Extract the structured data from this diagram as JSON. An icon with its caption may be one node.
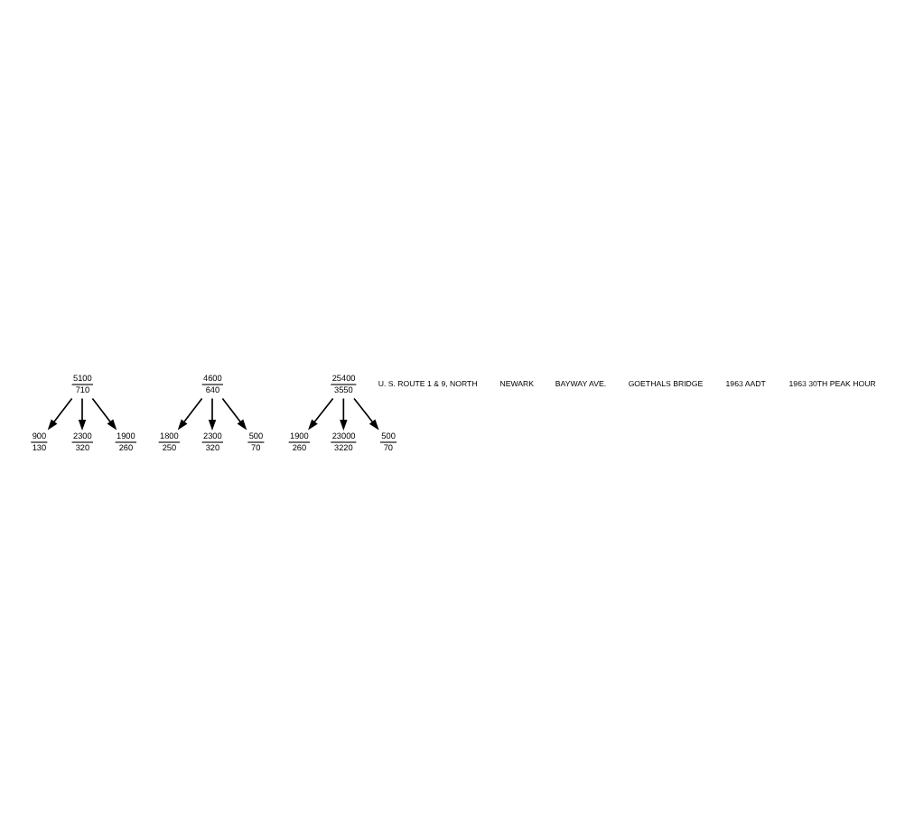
{
  "diagram": {
    "nodes": [
      {
        "text": [
          "5100",
          "710"
        ]
      },
      {
        "text": [
          "900",
          "130"
        ]
      },
      {
        "text": [
          "2300",
          "320"
        ]
      },
      {
        "text": [
          "1900",
          "260"
        ]
      },
      {
        "text": [
          "1800",
          "250"
        ]
      },
      {
        "text": [
          "2300",
          "320"
        ]
      },
      {
        "text": [
          "500",
          "70"
        ]
      },
      {
        "text": [
          "4600",
          "640"
        ]
      },
      {
        "text": [
          "1900",
          "260"
        ]
      },
      {
        "text": [
          "23000",
          "3220"
        ]
      },
      {
        "text": [
          "25400",
          "3550"
        ]
      },
      {
        "text": [
          "500",
          "70"
        ]
      }
    ],
    "edges": [
      {
        "from": 0,
        "to": 1,
        "arrow": "to"
      },
      {
        "from": 0,
        "to": 2,
        "arrow": "to"
      },
      {
        "from": 0,
        "to": 3,
        "arrow": "to"
      },
      {
        "from": 7,
        "to": 4,
        "arrow": "to"
      },
      {
        "from": 7,
        "to": 5,
        "arrow": "to"
      },
      {
        "from": 7,
        "to": 6,
        "arrow": "to"
      },
      {
        "from": 10,
        "to": 8,
        "arrow": "to"
      },
      {
        "from": 10,
        "to": 9,
        "arrow": "to"
      },
      {
        "from": 10,
        "to": 11,
        "arrow": "to"
      }
    ],
    "labels": [
      "U. S. ROUTE 1 & 9, NORTH",
      "NEWARK",
      "BAYWAY AVE.",
      "GOETHALS BRIDGE",
      "1963 AADT",
      "1963 30TH PEAK HOUR"
    ]
  }
}
